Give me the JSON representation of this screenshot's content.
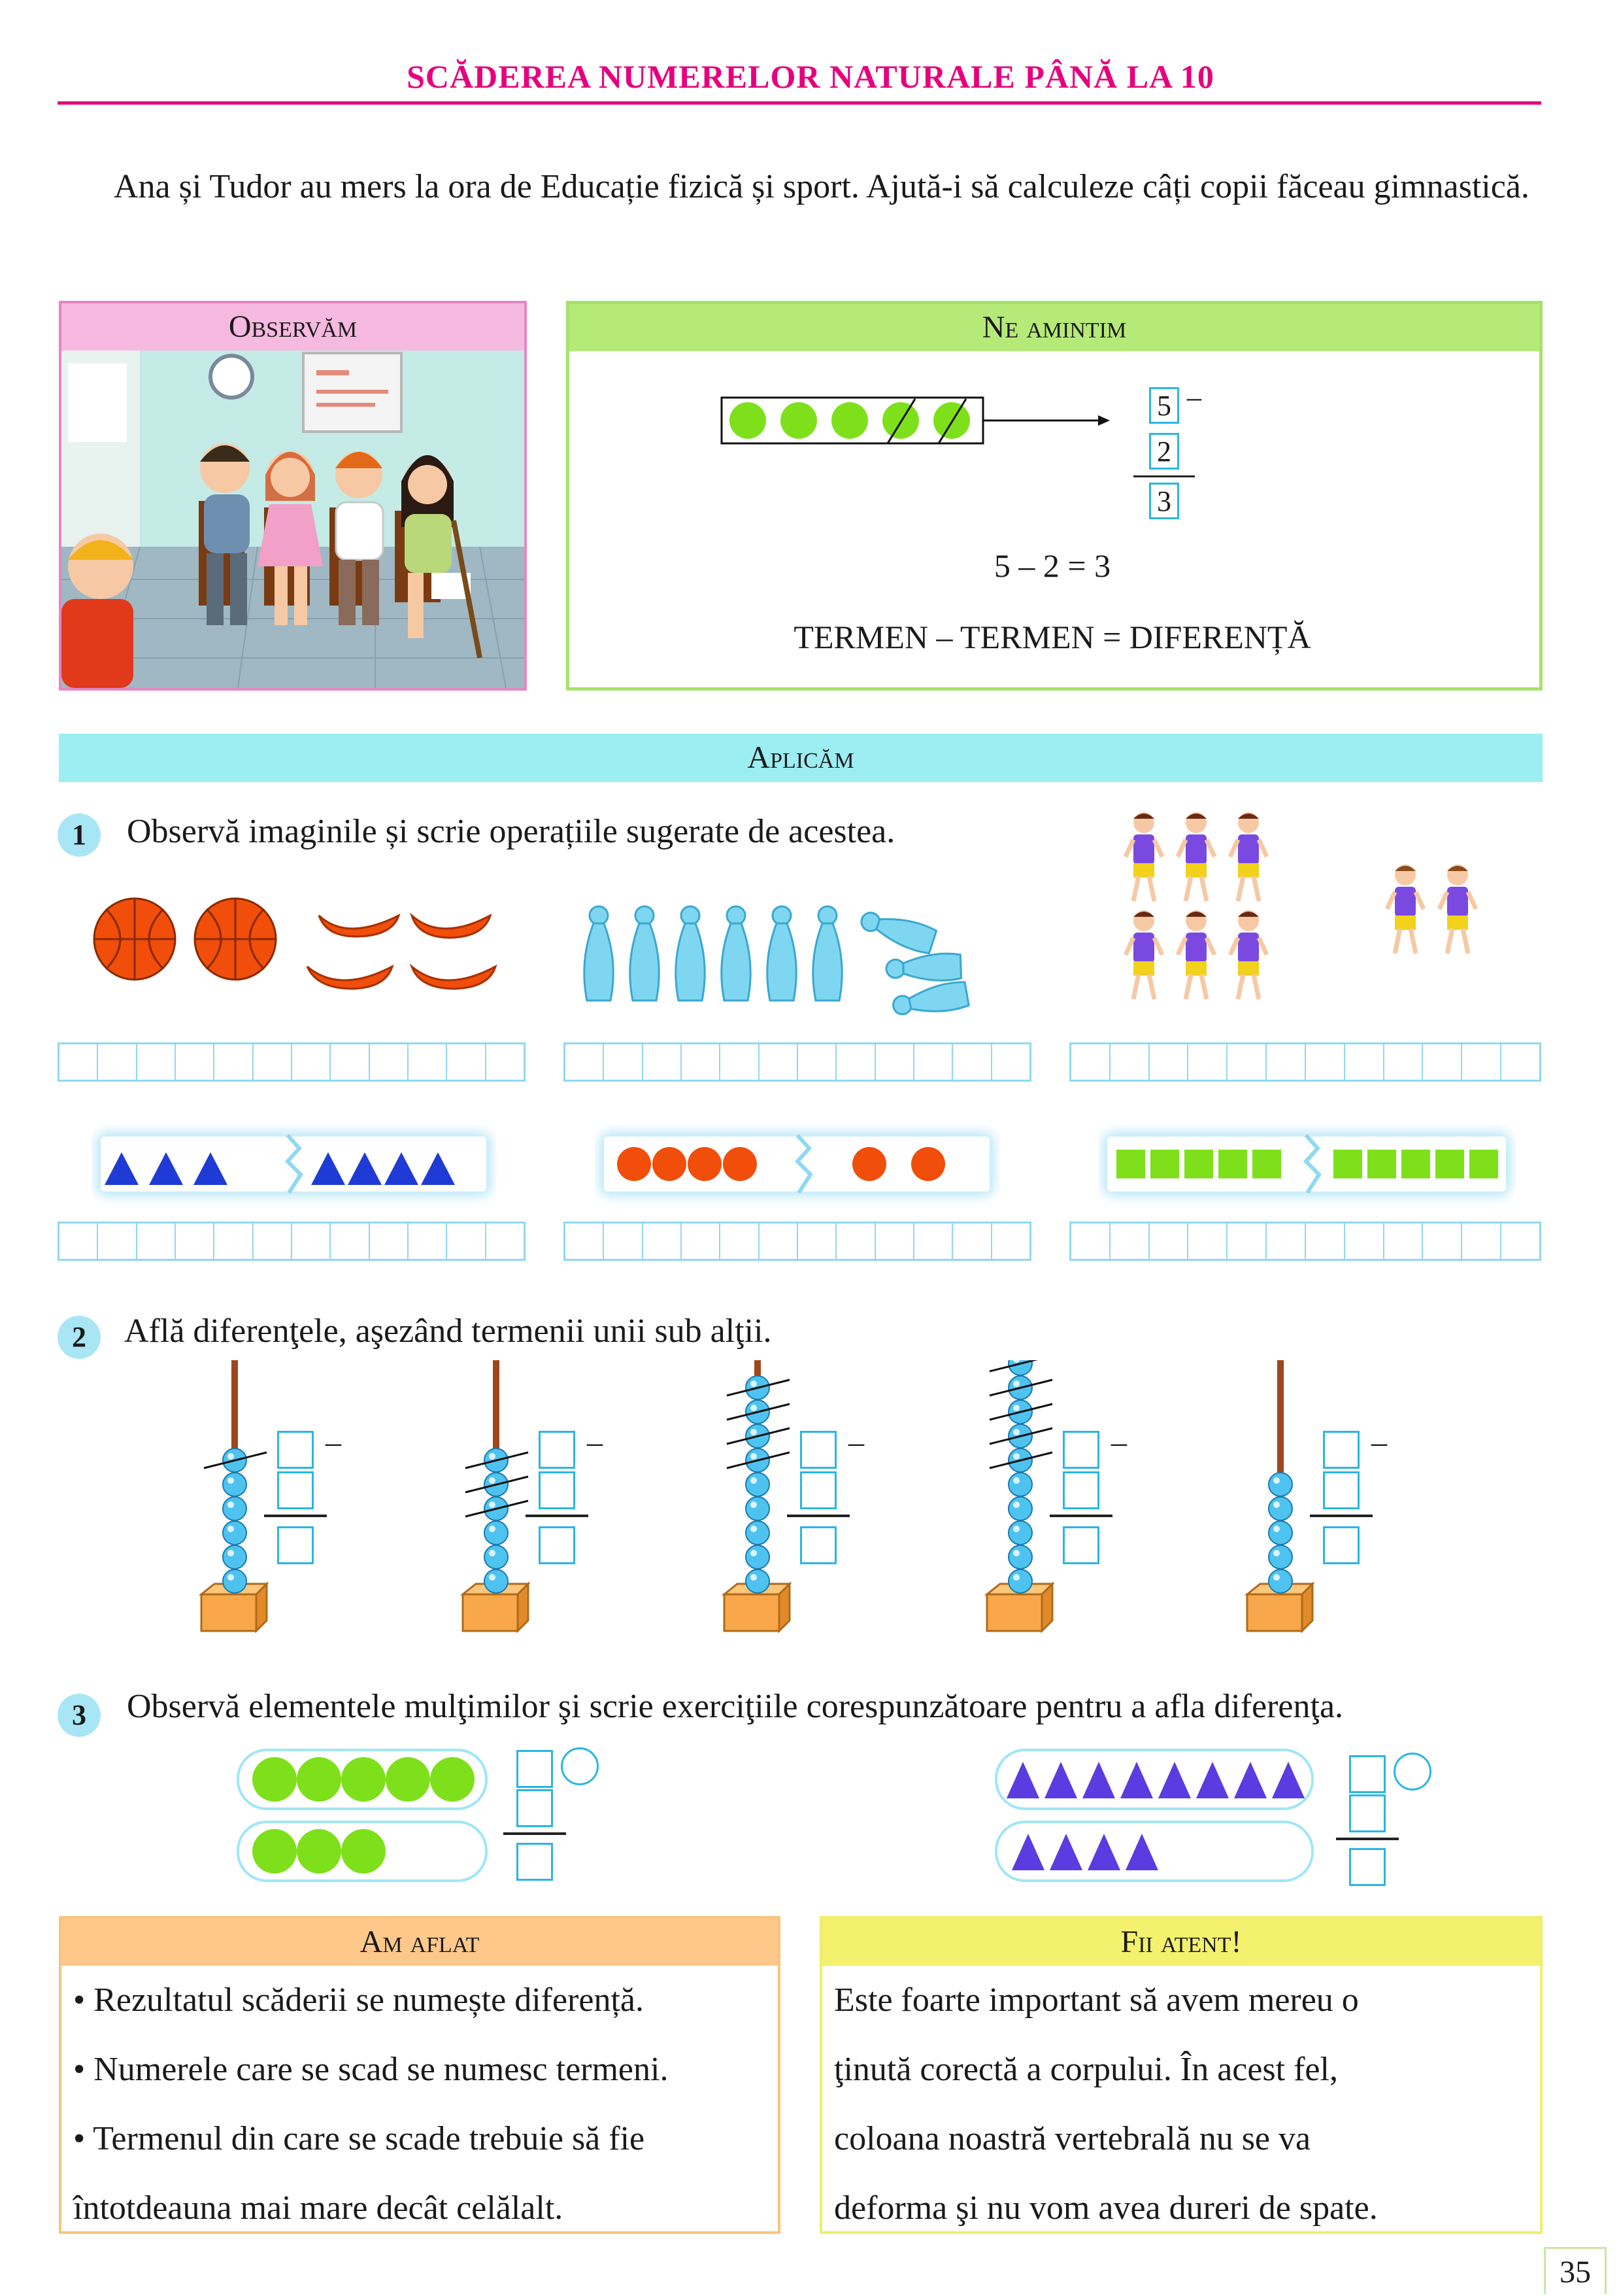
{
  "title": "SCĂDEREA NUMERELOR NATURALE PÂNĂ LA 10",
  "intro": "Ana și Tudor au mers la ora de Educație fizică și sport. Ajută-i să calculeze câți copii făceau gimnastică.",
  "observam": {
    "heading": "Observăm"
  },
  "ne_amintim": {
    "heading": "Ne amintim",
    "column": {
      "top": "5",
      "minus": "–",
      "middle": "2",
      "result": "3"
    },
    "equation": "5 – 2 = 3",
    "formula": "TERMEN – TERMEN = DIFERENȚĂ",
    "counters_total": 5,
    "counters_crossed": 2
  },
  "aplicam": {
    "heading": "Aplicăm"
  },
  "ex1": {
    "number": "1",
    "text": "Observă imaginile și scrie operațiile sugerate de acestea."
  },
  "ex2": {
    "number": "2",
    "text": "Află diferenţele, aşezând termenii unii sub alţii.",
    "minus": "–",
    "abacuses": [
      {
        "beads": 6,
        "crossed": 1
      },
      {
        "beads": 6,
        "crossed": 3
      },
      {
        "beads": 9,
        "crossed": 4
      },
      {
        "beads": 10,
        "crossed": 5
      },
      {
        "beads": 5,
        "crossed": 0
      }
    ]
  },
  "ex3": {
    "number": "3",
    "text": "Observă elementele mulţimilor şi scrie exerciţiile corespunzătoare pentru a afla diferenţa."
  },
  "am_aflat": {
    "heading": "Am aflat",
    "bullets": [
      "• Rezultatul scăderii se numește diferență.",
      "• Numerele care se scad se numesc termeni.",
      "• Termenul din care se scade trebuie să fie",
      "întotdeauna mai mare decât celălalt."
    ]
  },
  "fii_atent": {
    "heading": "Fii atent!",
    "lines": [
      "Este foarte important să avem mereu o",
      "ţinută corectă a corpului. În acest fel,",
      "coloana noastră vertebrală nu se va",
      "deforma şi nu vom avea dureri de spate."
    ]
  },
  "page_number": "35",
  "colors": {
    "magenta": "#e6007e",
    "blue_box": "#29b6e6",
    "green": "#7ee01a",
    "orange": "#f04e0a",
    "triangle_blue": "#1f3bd6",
    "violet": "#5a3ce0",
    "bead": "#4fc3f0"
  }
}
